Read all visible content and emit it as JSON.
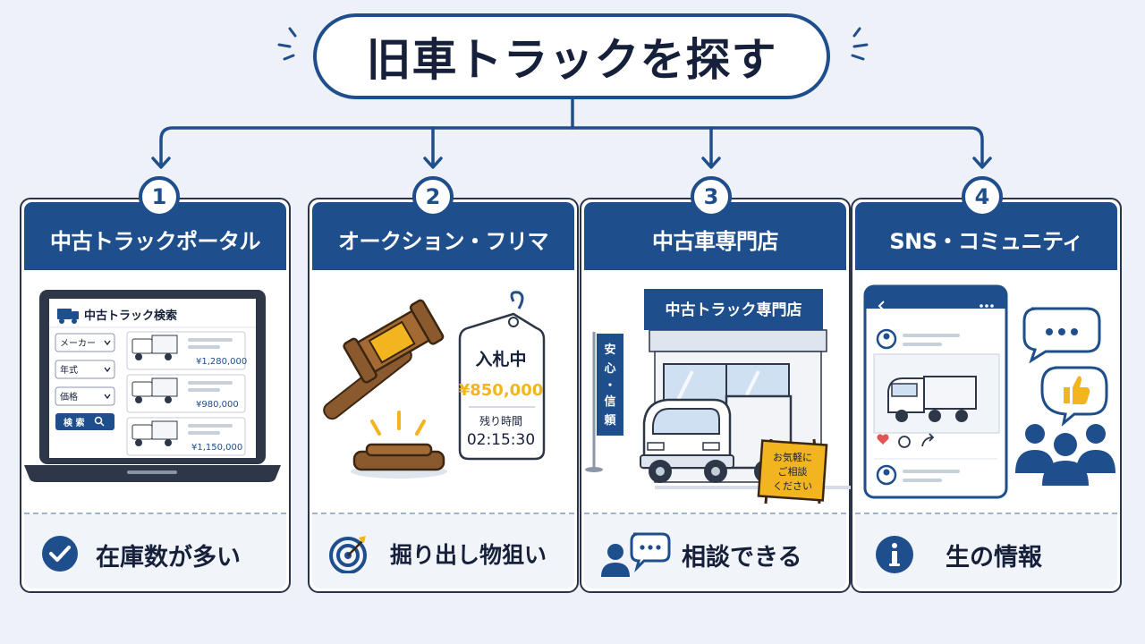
{
  "title": "旧車トラックを探す",
  "colors": {
    "navy": "#1e4e8c",
    "gold": "#f2b520",
    "background": "#eef2f8"
  },
  "cards": [
    {
      "number": "1",
      "header": "中古トラックポータル",
      "footer": "在庫数が多い",
      "footer_icon": "check-circle-icon",
      "illustration": {
        "window_title": "中古トラック検索",
        "filters": [
          "メーカー",
          "年式",
          "価格"
        ],
        "search_button": "検 索",
        "listings": [
          {
            "price": "¥1,280,000"
          },
          {
            "price": "¥980,000"
          },
          {
            "price": "¥1,150,000"
          }
        ]
      }
    },
    {
      "number": "2",
      "header": "オークション・フリマ",
      "footer": "掘り出し物狙い",
      "footer_icon": "target-icon",
      "illustration": {
        "tag_status": "入札中",
        "tag_price": "¥850,000",
        "time_label": "残り時間",
        "time_value": "02:15:30"
      }
    },
    {
      "number": "3",
      "header": "中古車専門店",
      "footer": "相談できる",
      "footer_icon": "consult-icon",
      "illustration": {
        "shop_sign": "中古トラック専門店",
        "banner": [
          "安",
          "心",
          "・",
          "信",
          "頼"
        ],
        "standboard": [
          "お気軽に",
          "ご相談",
          "ください"
        ]
      }
    },
    {
      "number": "4",
      "header": "SNS・コミュニティ",
      "footer": "生の情報",
      "footer_icon": "info-icon",
      "illustration": {
        "post_icons": [
          "heart-icon",
          "comment-icon",
          "share-icon"
        ]
      }
    }
  ]
}
